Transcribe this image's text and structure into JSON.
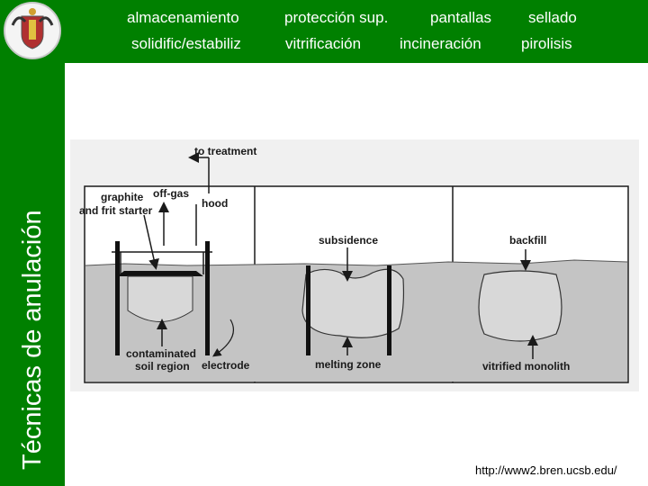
{
  "nav": {
    "row1": [
      "almacenamiento",
      "protección sup.",
      "pantallas",
      "sellado"
    ],
    "row2": [
      "solidific/estabiliz",
      "vitrificación",
      "incineración",
      "pirolisis"
    ]
  },
  "side_title": "Técnicas de anulación",
  "diagram": {
    "labels": {
      "to_treatment": "to treatment",
      "graphite": "graphite",
      "frit_starter": "and frit starter",
      "off_gas": "off-gas",
      "hood": "hood",
      "contaminated": "contaminated",
      "soil_region": "soil region",
      "electrode": "electrode",
      "subsidence": "subsidence",
      "melting_zone": "melting zone",
      "backfill": "backfill",
      "vitrified_monolith": "vitrified monolith"
    }
  },
  "source_url": "http://www2.bren.ucsb.edu/",
  "colors": {
    "brand_green": "#008000"
  }
}
